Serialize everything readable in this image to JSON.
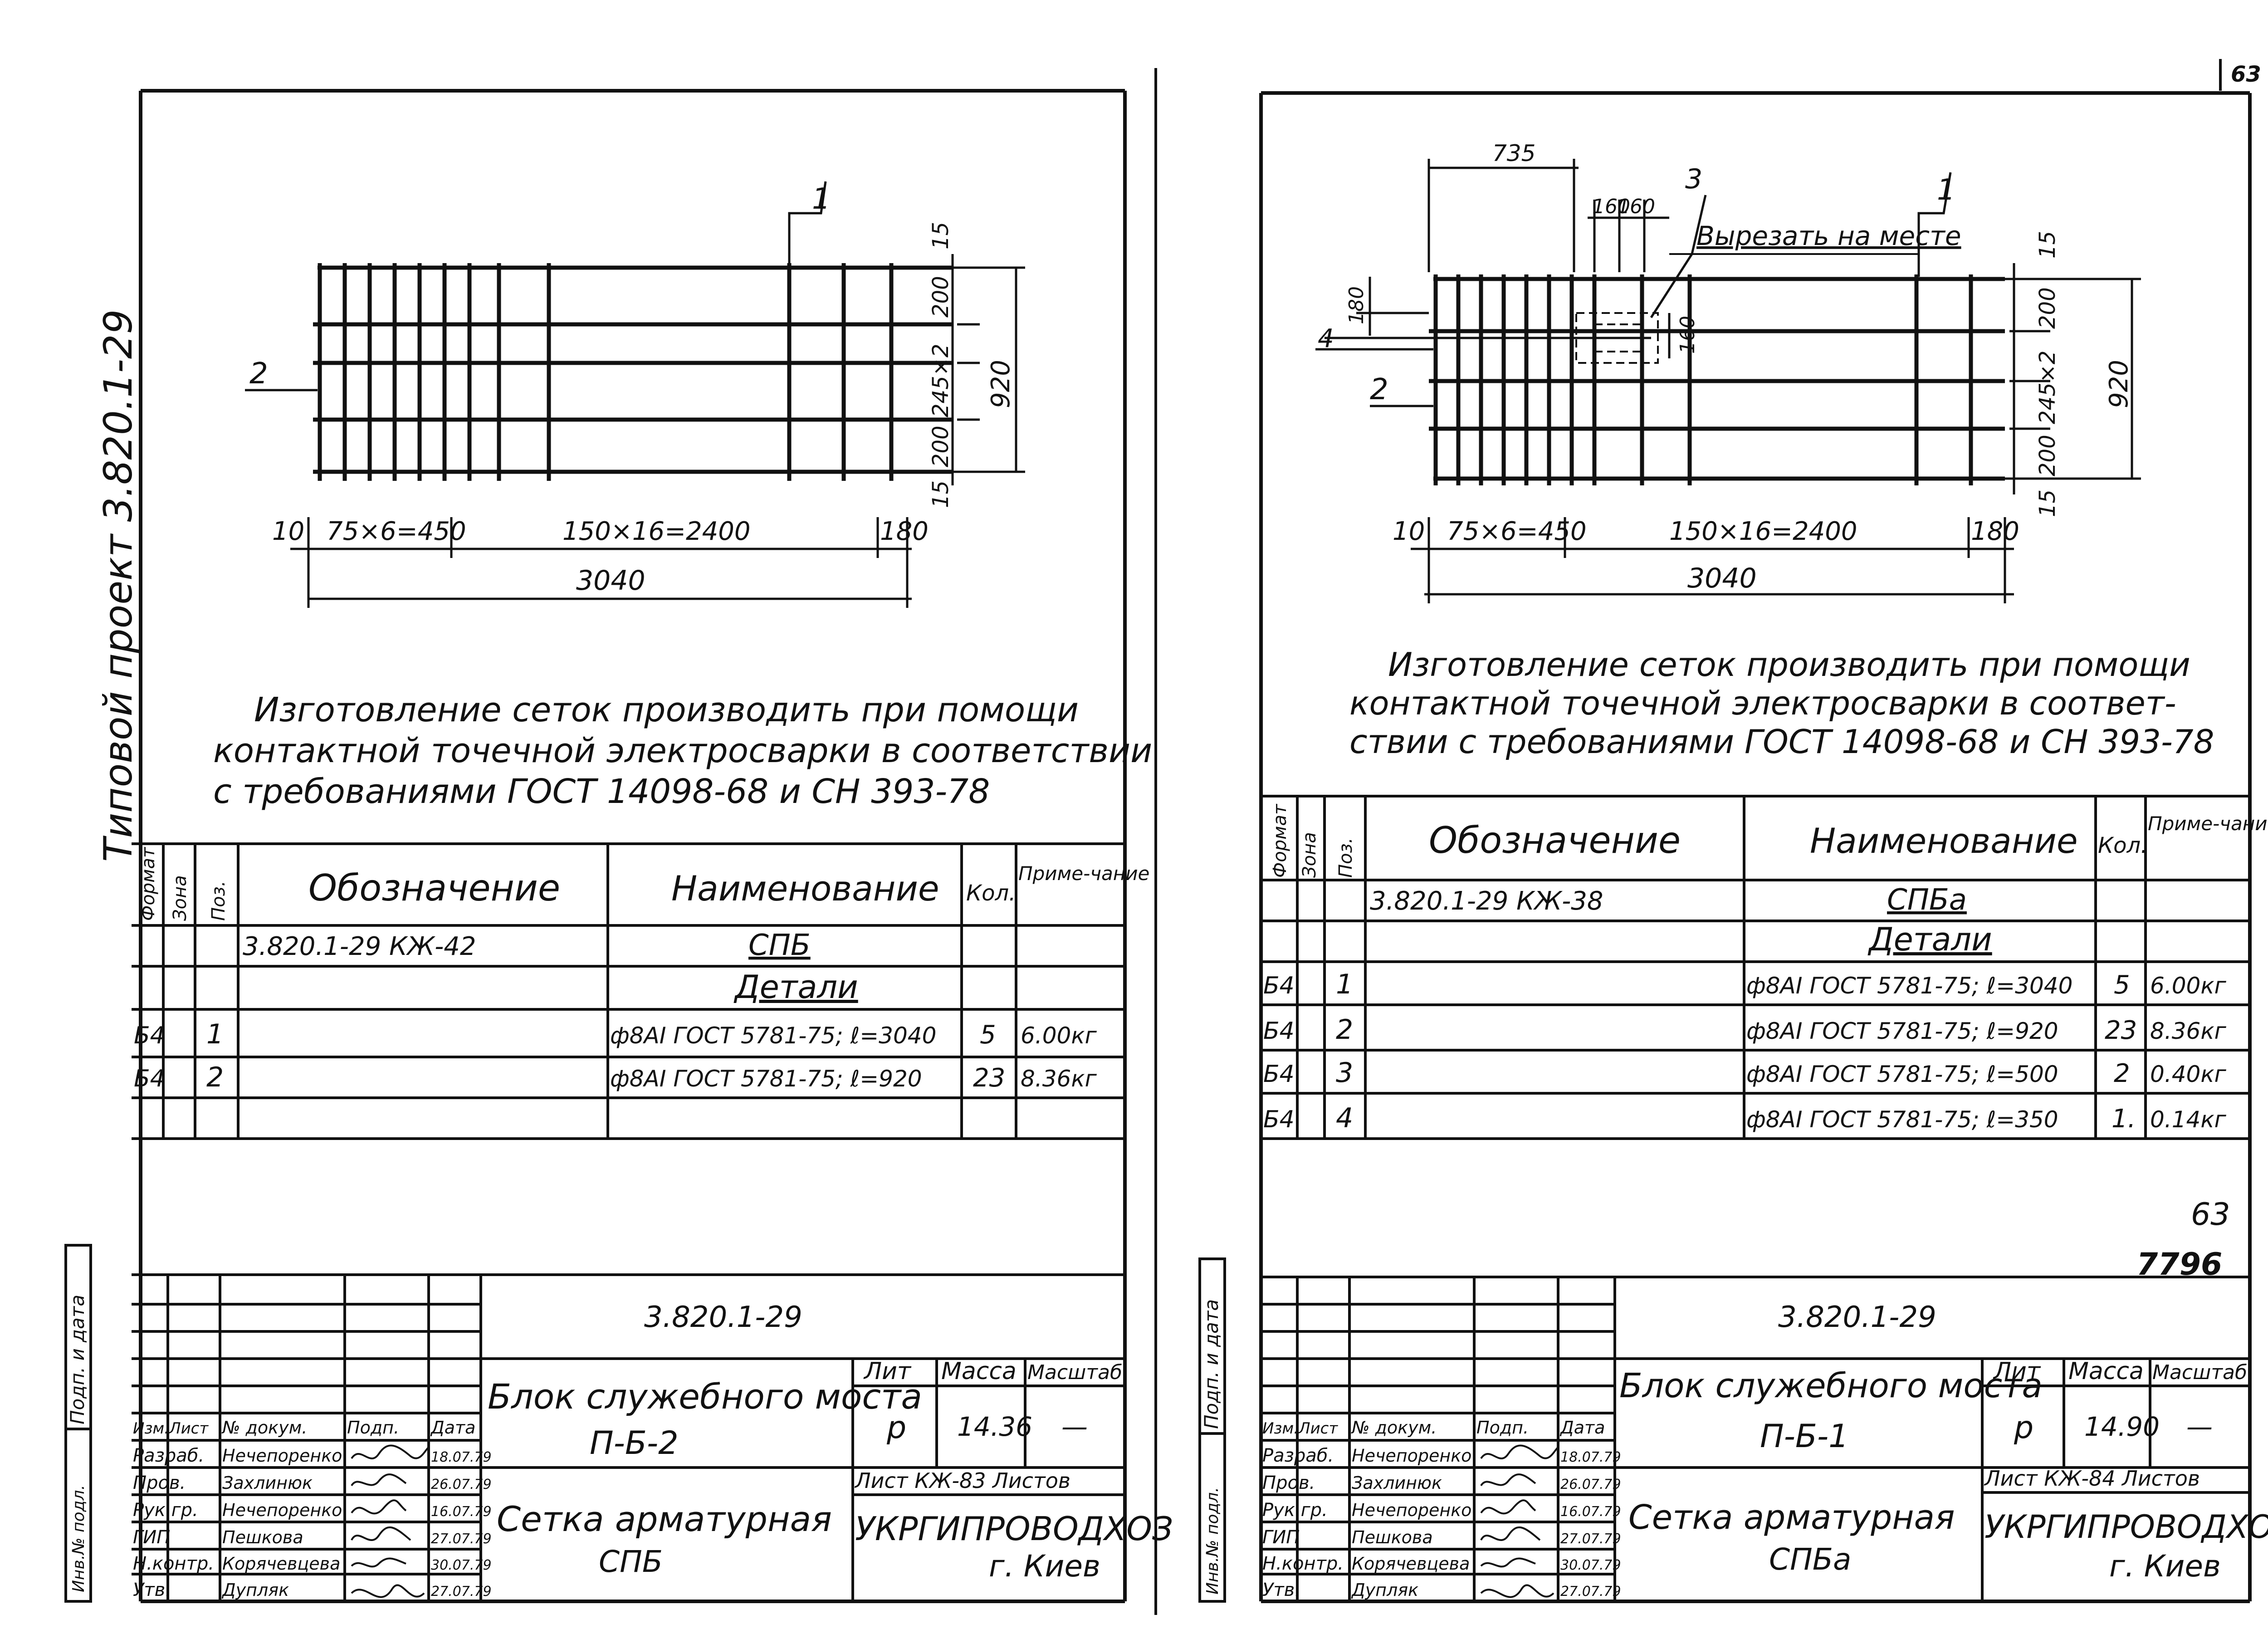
{
  "page_number": "63",
  "side_title": "Типовой проект 3.820.1-29",
  "sheets": [
    {
      "dims": {
        "top": "15",
        "mid_top": "200",
        "mid": "245×2",
        "mid_bottom": "200",
        "bottom": "15",
        "total": "920",
        "left_offset": "10",
        "fine_step": "75×6=450",
        "coarse_step": "150×16=2400",
        "right_offset": "180",
        "length": "3040",
        "pos_a": "1",
        "pos_b": "2"
      },
      "note": [
        "Изготовление  сеток  производить  при  помощи",
        "контактной  точечной  электросварки  в соответствии",
        "с требованиями   ГОСТ 14098-68  и   СН 393-78"
      ],
      "spec_head": {
        "format": "Формат",
        "zone": "Зона",
        "pos": "Поз.",
        "designation": "Обозначение",
        "name": "Наименование",
        "qty": "Кол.",
        "note": "Приме-чание"
      },
      "spec_rows": [
        {
          "format": "",
          "zone": "",
          "pos": "",
          "designation": "3.820.1-29       КЖ-42",
          "name": "СПБ",
          "qty": "",
          "note": ""
        },
        {
          "format": "",
          "zone": "",
          "pos": "",
          "designation": "",
          "name": "Детали",
          "qty": "",
          "note": ""
        },
        {
          "format": "Б4",
          "zone": "",
          "pos": "1",
          "designation": "",
          "name": "ф8АI ГОСТ 5781-75; ℓ=3040",
          "qty": "5",
          "note": "6.00кг"
        },
        {
          "format": "Б4",
          "zone": "",
          "pos": "2",
          "designation": "",
          "name": "ф8АI ГОСТ 5781-75; ℓ=920",
          "qty": "23",
          "note": "8.36кг"
        },
        {
          "format": "",
          "zone": "",
          "pos": "",
          "designation": "",
          "name": "",
          "qty": "",
          "note": ""
        }
      ],
      "stamp": {
        "code": "3.820.1-29",
        "header": [
          "Изм.",
          "Лист",
          "№ докум.",
          "Подп.",
          "Дата"
        ],
        "people": [
          {
            "role": "Разраб.",
            "name": "Нечепоренко",
            "sign": "Нмз",
            "date": "18.07.79"
          },
          {
            "role": "Пров.",
            "name": "Захлинюк",
            "sign": "Зах",
            "date": "26.07.79"
          },
          {
            "role": "Рук.гр.",
            "name": "Нечепоренко",
            "sign": "Нмз",
            "date": "16.07.79"
          },
          {
            "role": "ГИП",
            "name": "Пешкова",
            "sign": "Пеш",
            "date": "27.07.79"
          },
          {
            "role": "Н.контр.",
            "name": "Корячевцева",
            "sign": "Кор",
            "date": "30.07.79"
          },
          {
            "role": "Утв.",
            "name": "Дупляк",
            "sign": "Дуп",
            "date": "27.07.79"
          }
        ],
        "title1": "Блок служебного моста",
        "title2": "П-Б-2",
        "title3": "Сетка арматурная",
        "title4": "СПБ",
        "lit_h": "Лит",
        "mass_h": "Масса",
        "scale_h": "Масштаб",
        "lit": "р",
        "mass": "14.36",
        "scale": "—",
        "sheet_line": "Лист КЖ-83  Листов",
        "org": "УКРГИПРОВОДХОЗ",
        "city": "г. Киев",
        "side_a": "Инв.№ подл.",
        "side_b": "Подп. и дата"
      }
    },
    {
      "dims": {
        "top": "15",
        "mid_top": "200",
        "mid": "245×2",
        "mid_bottom": "200",
        "bottom": "15",
        "total": "920",
        "left_offset": "10",
        "fine_step": "75×6=450",
        "coarse_step": "150×16=2400",
        "right_offset": "180",
        "length": "3040",
        "pos_a": "1",
        "pos_b": "2",
        "pos_c": "3",
        "pos_d": "4",
        "cut_w": "735",
        "cut_a": "160",
        "cut_b": "160",
        "cut_h": "180",
        "cut_v": "160",
        "cut_note": "Вырезать на месте"
      },
      "note": [
        "Изготовление  сеток  производить  при  помощи",
        "контактной  точечной  электросварки  в соответ-",
        "ствии  с требованиями  ГОСТ 14098-68  и  СН 393-78"
      ],
      "spec_head": {
        "format": "Формат",
        "zone": "Зона",
        "pos": "Поз.",
        "designation": "Обозначение",
        "name": "Наименование",
        "qty": "Кол.",
        "note": "Приме-чание"
      },
      "spec_rows": [
        {
          "format": "",
          "zone": "",
          "pos": "",
          "designation": "3.820.1-29       КЖ-38",
          "name": "СПБа",
          "qty": "",
          "note": ""
        },
        {
          "format": "",
          "zone": "",
          "pos": "",
          "designation": "",
          "name": "Детали",
          "qty": "",
          "note": ""
        },
        {
          "format": "Б4",
          "zone": "",
          "pos": "1",
          "designation": "",
          "name": "ф8АI ГОСТ 5781-75; ℓ=3040",
          "qty": "5",
          "note": "6.00кг"
        },
        {
          "format": "Б4",
          "zone": "",
          "pos": "2",
          "designation": "",
          "name": "ф8АI ГОСТ 5781-75; ℓ=920",
          "qty": "23",
          "note": "8.36кг"
        },
        {
          "format": "Б4",
          "zone": "",
          "pos": "3",
          "designation": "",
          "name": "ф8АI ГОСТ 5781-75; ℓ=500",
          "qty": "2",
          "note": "0.40кг"
        },
        {
          "format": "Б4",
          "zone": "",
          "pos": "4",
          "designation": "",
          "name": "ф8АI ГОСТ 5781-75; ℓ=350",
          "qty": "1.",
          "note": "0.14кг"
        }
      ],
      "stamp": {
        "code": "3.820.1-29",
        "header": [
          "Изм.",
          "Лист",
          "№ докум.",
          "Подп.",
          "Дата"
        ],
        "people": [
          {
            "role": "Разраб.",
            "name": "Нечепоренко",
            "sign": "Нмз",
            "date": "18.07.79"
          },
          {
            "role": "Пров.",
            "name": "Захлинюк",
            "sign": "Зах",
            "date": "26.07.79"
          },
          {
            "role": "Рук.гр.",
            "name": "Нечепоренко",
            "sign": "Нмз",
            "date": "16.07.79"
          },
          {
            "role": "ГИП",
            "name": "Пешкова",
            "sign": "Пеш",
            "date": "27.07.79"
          },
          {
            "role": "Н.контр.",
            "name": "Корячевцева",
            "sign": "Кор",
            "date": "30.07.79"
          },
          {
            "role": "Утв.",
            "name": "Дупляк",
            "sign": "Дуп",
            "date": "27.07.79"
          }
        ],
        "title1": "Блок служебного моста",
        "title2": "П-Б-1",
        "title3": "Сетка арматурная",
        "title4": "СПБа",
        "lit_h": "Лит",
        "mass_h": "Масса",
        "scale_h": "Масштаб",
        "lit": "р",
        "mass": "14.90",
        "scale": "—",
        "sheet_line": "Лист КЖ-84  Листов",
        "org": "УКРГИПРОВОДХОЗ",
        "city": "г. Киев",
        "side_a": "Инв.№ подл.",
        "side_b": "Подп. и дата"
      },
      "margin_note_a": "63",
      "margin_note_b": "7796"
    }
  ]
}
